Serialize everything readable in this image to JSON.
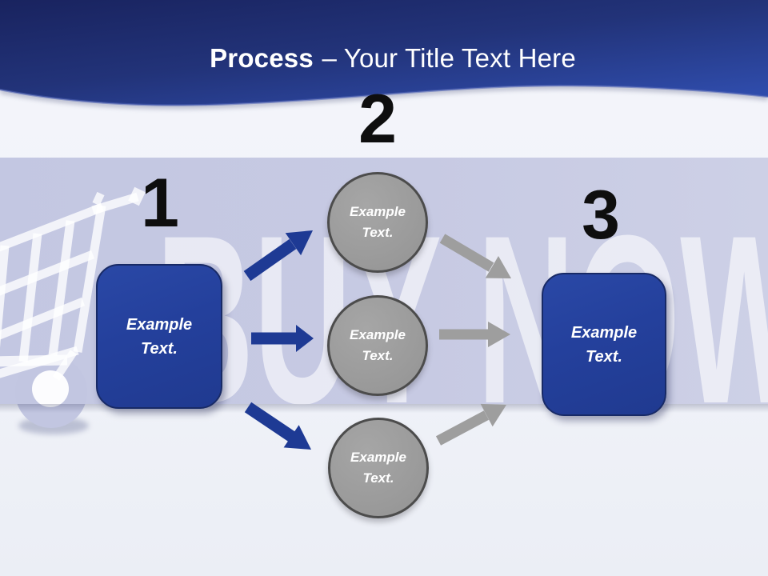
{
  "slide": {
    "header": {
      "title_emphasis": "Process",
      "title_rest": "– Your Title Text Here"
    },
    "watermark": "BUY NOW",
    "process": {
      "steps": [
        {
          "number": "1",
          "label": "Example Text."
        },
        {
          "number": "2",
          "labels": [
            "Example Text.",
            "Example Text.",
            "Example Text."
          ]
        },
        {
          "number": "3",
          "label": "Example Text."
        }
      ]
    },
    "colors": {
      "header_dark": "#1a2462",
      "header_light": "#2f4cab",
      "band_lavender": "#c7cae3",
      "node_blue": "#24409c",
      "node_gray": "#9b9b9b",
      "arrow_blue": "#1e3a94",
      "arrow_gray": "#9e9e9e",
      "number_black": "#0e0e0e",
      "text_white": "#ffffff"
    }
  }
}
